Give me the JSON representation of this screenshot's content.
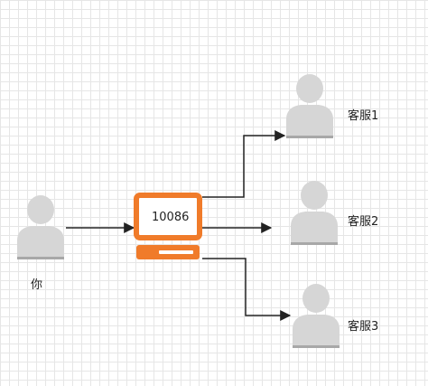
{
  "nodes": {
    "you": {
      "label": "你"
    },
    "switchboard": {
      "number": "10086"
    },
    "agents": [
      {
        "label": "客服1"
      },
      {
        "label": "客服2"
      },
      {
        "label": "客服3"
      }
    ]
  },
  "colors": {
    "person_fill": "#d6d6d6",
    "person_base": "#a8a8a8",
    "computer_accent": "#f07b2a",
    "computer_screen": "#ffffff",
    "edge": "#222222",
    "grid": "#e6e6e6"
  },
  "icons": {
    "person": "person-icon",
    "computer": "computer-icon"
  }
}
